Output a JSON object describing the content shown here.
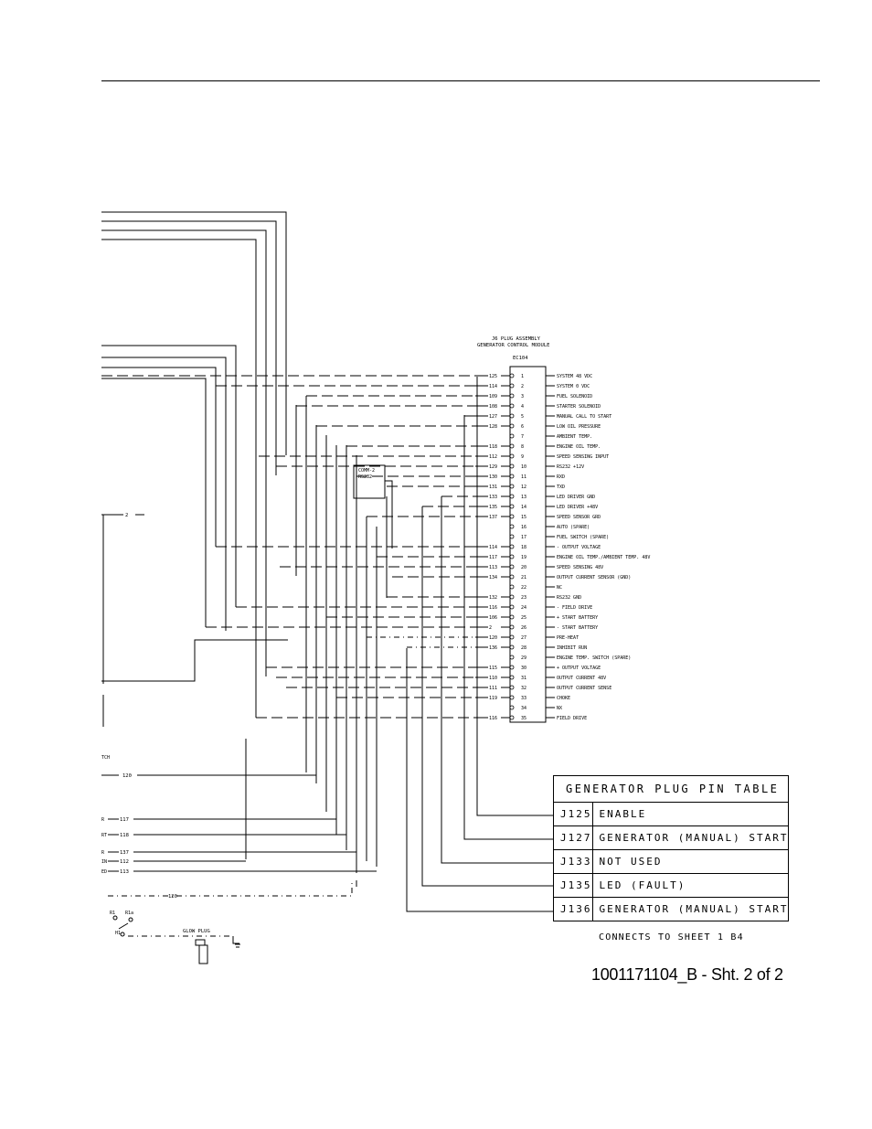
{
  "plug": {
    "title": "J6 PLUG ASSEMBLY",
    "subtitle": "GENERATOR CONTROL MODULE",
    "ref": "EC104"
  },
  "connector_pins": [
    {
      "pin": "1",
      "wire": "125",
      "signal": "SYSTEM 48 VDC"
    },
    {
      "pin": "2",
      "wire": "114",
      "signal": "SYSTEM 0 VDC"
    },
    {
      "pin": "3",
      "wire": "109",
      "signal": "FUEL SOLENOID"
    },
    {
      "pin": "4",
      "wire": "108",
      "signal": "STARTER SOLENOID"
    },
    {
      "pin": "5",
      "wire": "127",
      "signal": "MANUAL CALL TO START"
    },
    {
      "pin": "6",
      "wire": "128",
      "signal": "LOW OIL PRESSURE"
    },
    {
      "pin": "7",
      "wire": "",
      "signal": "AMBIENT TEMP."
    },
    {
      "pin": "8",
      "wire": "118",
      "signal": "ENGINE OIL TEMP."
    },
    {
      "pin": "9",
      "wire": "112",
      "signal": "SPEED SENSING INPUT"
    },
    {
      "pin": "10",
      "wire": "129",
      "signal": "RS232 +12V"
    },
    {
      "pin": "11",
      "wire": "130",
      "signal": "RXD"
    },
    {
      "pin": "12",
      "wire": "131",
      "signal": "TXD"
    },
    {
      "pin": "13",
      "wire": "133",
      "signal": "LED DRIVER GND"
    },
    {
      "pin": "14",
      "wire": "135",
      "signal": "LED DRIVER +48V"
    },
    {
      "pin": "15",
      "wire": "137",
      "signal": "SPEED SENSOR GRD"
    },
    {
      "pin": "16",
      "wire": "",
      "signal": "AUTO (SPARE)"
    },
    {
      "pin": "17",
      "wire": "",
      "signal": "FUEL SWITCH (SPARE)"
    },
    {
      "pin": "18",
      "wire": "114",
      "signal": "- OUTPUT VOLTAGE"
    },
    {
      "pin": "19",
      "wire": "117",
      "signal": "ENGINE OIL TEMP./AMBIENT TEMP. 48V"
    },
    {
      "pin": "20",
      "wire": "113",
      "signal": "SPEED SENSING 48V"
    },
    {
      "pin": "21",
      "wire": "134",
      "signal": "OUTPUT CURRENT SENSOR (GND)"
    },
    {
      "pin": "22",
      "wire": "",
      "signal": "NC"
    },
    {
      "pin": "23",
      "wire": "132",
      "signal": "RS232 GND"
    },
    {
      "pin": "24",
      "wire": "116",
      "signal": "- FIELD DRIVE"
    },
    {
      "pin": "25",
      "wire": "106",
      "signal": "+ START BATTERY"
    },
    {
      "pin": "26",
      "wire": "2",
      "signal": "- START BATTERY"
    },
    {
      "pin": "27",
      "wire": "120",
      "signal": "PRE-HEAT"
    },
    {
      "pin": "28",
      "wire": "136",
      "signal": "INHIBIT RUN"
    },
    {
      "pin": "29",
      "wire": "",
      "signal": "ENGINE TEMP. SWITCH (SPARE)"
    },
    {
      "pin": "30",
      "wire": "115",
      "signal": "+ OUTPUT VOLTAGE"
    },
    {
      "pin": "31",
      "wire": "110",
      "signal": "OUTPUT CURRENT 48V"
    },
    {
      "pin": "32",
      "wire": "111",
      "signal": "OUTPUT CURRENT SENSE"
    },
    {
      "pin": "33",
      "wire": "119",
      "signal": "CHOKE"
    },
    {
      "pin": "34",
      "wire": "",
      "signal": "NX"
    },
    {
      "pin": "35",
      "wire": "116",
      "signal": "FIELD DRIVE"
    }
  ],
  "comm": {
    "line1": "COMM-2",
    "line2": "RS232"
  },
  "left_labels": [
    {
      "key": "w2",
      "text": "2"
    },
    {
      "key": "w120",
      "text": "120"
    },
    {
      "key": "w117",
      "text": "117"
    },
    {
      "key": "w118",
      "text": "118"
    },
    {
      "key": "w137",
      "text": "137"
    },
    {
      "key": "w112",
      "text": "112"
    },
    {
      "key": "w113",
      "text": "113"
    },
    {
      "key": "w120b",
      "text": "120"
    }
  ],
  "edge_fragments": [
    {
      "key": "tch",
      "text": "TCH"
    },
    {
      "key": "r117",
      "text": "R"
    },
    {
      "key": "r118",
      "text": "RT"
    },
    {
      "key": "r137",
      "text": "R"
    },
    {
      "key": "r112",
      "text": "IN"
    },
    {
      "key": "r113",
      "text": "ED"
    }
  ],
  "relay_labels": {
    "a": "R1",
    "b": "R1a",
    "c": "H1"
  },
  "glow_plug": "GLOW PLUG",
  "pin_table": {
    "title": "GENERATOR PLUG PIN TABLE",
    "rows": [
      {
        "pin": "J125",
        "function": "ENABLE"
      },
      {
        "pin": "J127",
        "function": "GENERATOR (MANUAL) START"
      },
      {
        "pin": "J133",
        "function": "NOT USED"
      },
      {
        "pin": "J135",
        "function": "LED (FAULT)"
      },
      {
        "pin": "J136",
        "function": "GENERATOR (MANUAL) START"
      }
    ]
  },
  "connects_note": "CONNECTS TO SHEET 1 B4",
  "document_number": "1001171104_B - Sht. 2 of 2"
}
